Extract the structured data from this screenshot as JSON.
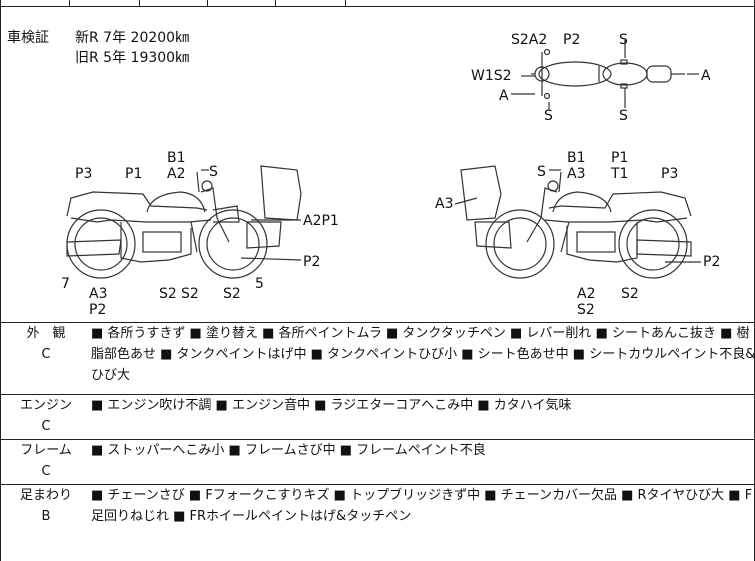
{
  "registration": {
    "label": "車検証",
    "new_row": "新R 7年 20200㎞",
    "old_row": "旧R 5年 19300㎞"
  },
  "top_fragment": "",
  "diagram_labels": {
    "top_view": [
      "S2A2",
      "P2",
      "S",
      "W1S2",
      "A",
      "A",
      "S",
      "S"
    ],
    "left_view": [
      "B1",
      "S",
      "A2",
      "P3",
      "P1",
      "A2P1",
      "P2",
      "7",
      "A3",
      "P2",
      "S2",
      "S2",
      "S2",
      "5"
    ],
    "right_view": [
      "B1",
      "P1",
      "S",
      "A3",
      "T1",
      "P3",
      "A3",
      "P2",
      "A2",
      "S2",
      "S2"
    ]
  },
  "rows": [
    {
      "category": "外　観",
      "grade": "C",
      "text": "■ 各所うすきず ■ 塗り替え ■ 各所ペイントムラ ■ タンクタッチペン ■ レバー削れ ■ シートあんこ抜き ■ 樹脂部色あせ ■ タンクペイントはげ中 ■ タンクペイントひび小 ■ シート色あせ中 ■ シートカウルペイント不良&ひび大"
    },
    {
      "category": "エンジン",
      "grade": "C",
      "text": "■ エンジン吹け不調 ■ エンジン音中 ■ ラジエターコアへこみ中 ■ カタハイ気味"
    },
    {
      "category": "フレーム",
      "grade": "C",
      "text": "■ ストッパーへこみ小 ■ フレームさび中 ■ フレームペイント不良"
    },
    {
      "category": "足まわり",
      "grade": "B",
      "text": "■ チェーンさび ■ Fフォークこすりキズ ■ トップブリッジきず中 ■ チェーンカバー欠品 ■ Rタイヤひび大 ■ F足回りねじれ ■ FRホイールペイントはげ&タッチペン"
    }
  ]
}
